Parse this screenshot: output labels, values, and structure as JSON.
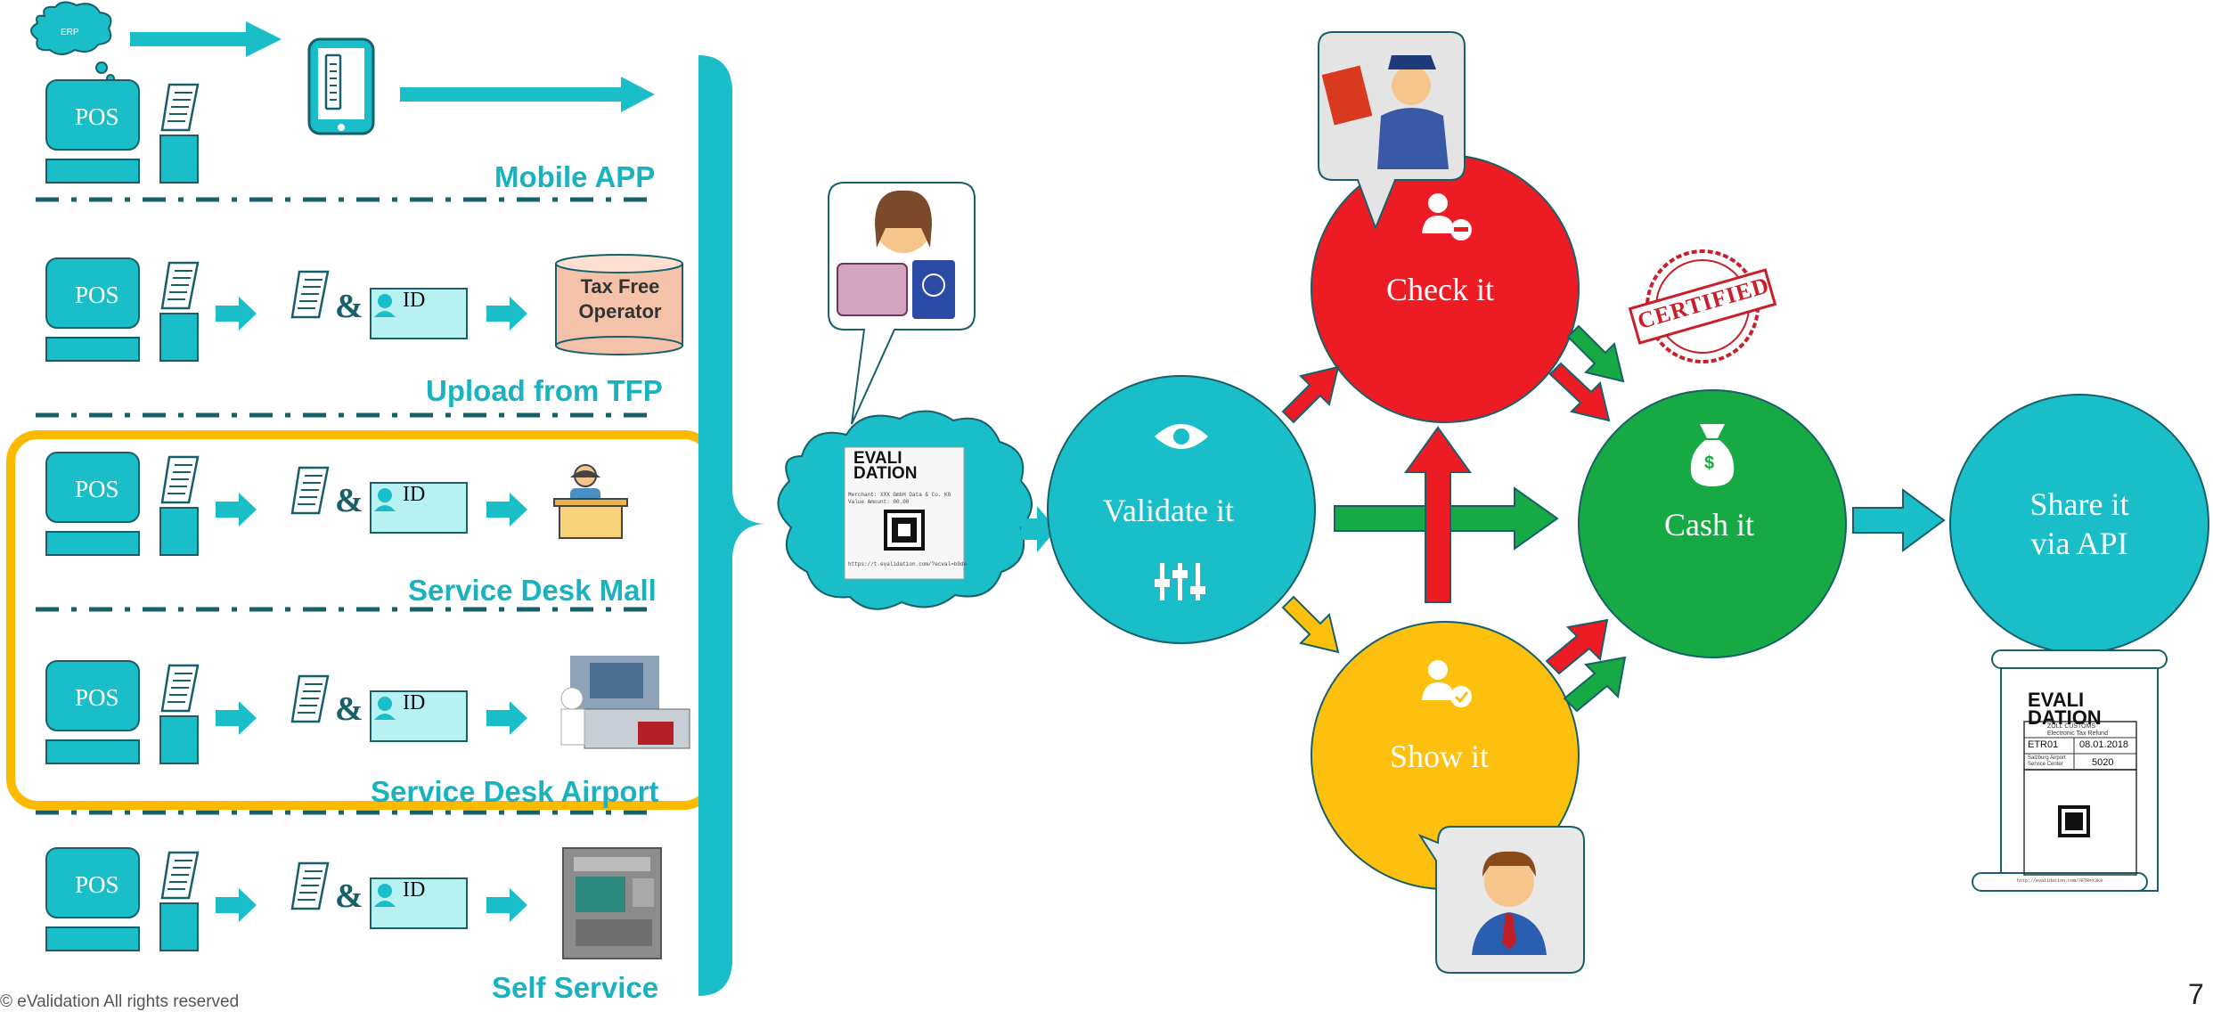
{
  "channels": [
    {
      "label": "Mobile APP",
      "erp": "ERP",
      "pos": "POS"
    },
    {
      "label": "Upload from TFP",
      "pos": "POS",
      "id": "ID",
      "operator": "Tax Free Operator"
    },
    {
      "label": "Service Desk Mall",
      "pos": "POS",
      "id": "ID"
    },
    {
      "label": "Service Desk Airport",
      "pos": "POS",
      "id": "ID"
    },
    {
      "label": "Self Service",
      "pos": "POS",
      "id": "ID"
    }
  ],
  "amp": "&",
  "steps": {
    "validate": "Validate it",
    "check": "Check it",
    "show": "Show it",
    "cash": "Cash it",
    "share_line1": "Share it",
    "share_line2": "via API"
  },
  "stamp": "CERTIFIED",
  "receipt": {
    "logo_line1": "EVALI",
    "logo_line2": "DATION",
    "line1": "Merchant: XXX GmbH Data & Co. KG",
    "line2": "Value Amount: 00.00",
    "url": "https://t.evalidation.com/?ecval=b9de"
  },
  "doc": {
    "logo_line1": "EVALI",
    "logo_line2": "DATION",
    "authority": "ZOLL CUSTOMS",
    "subtitle": "Electronic Tax Refund",
    "code": "ETR01",
    "date": "08.01.2018",
    "place": "Salzburg Airport",
    "place2": "Service Center",
    "number": "5020",
    "url": "http://evalidation.com/?ETR=x3k9"
  },
  "colors": {
    "teal": "#19bec8",
    "red": "#ed1c24",
    "green": "#17aa44",
    "yellow": "#fec00f",
    "orange_border": "#fbb900"
  },
  "footer": "© eValidation All rights reserved",
  "page_number": "7"
}
